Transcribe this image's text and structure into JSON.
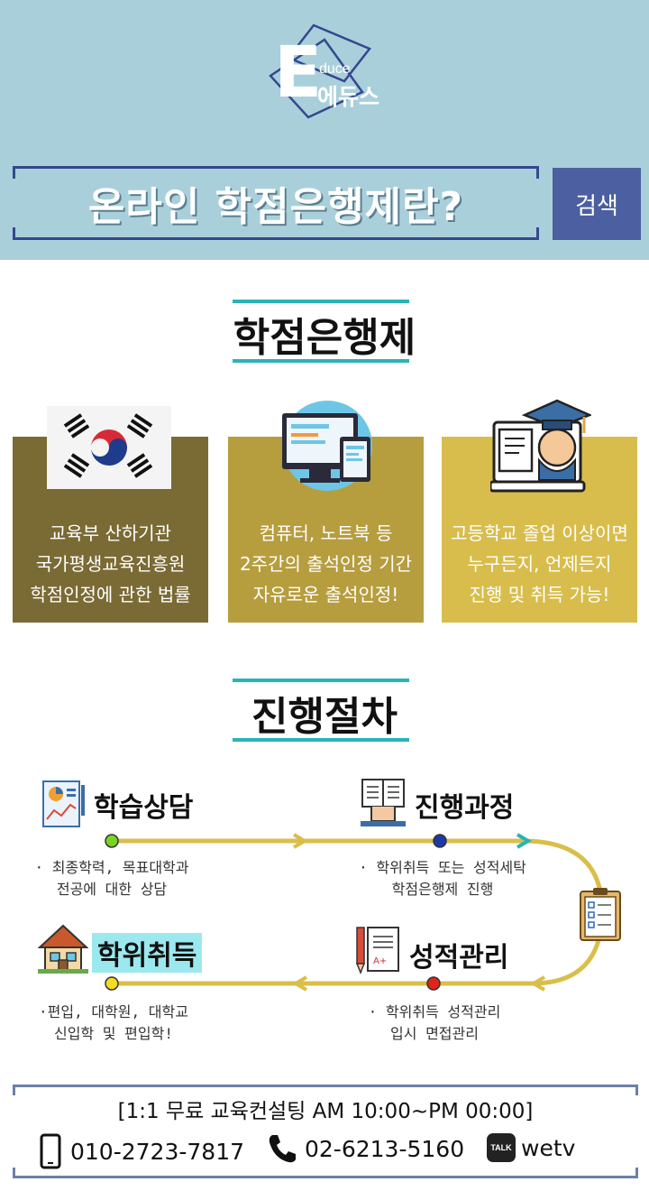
{
  "header": {
    "logo_letter": "E",
    "logo_en": "duce",
    "logo_ko": "에듀스",
    "search_text": "온라인 학점은행제란?",
    "search_button": "검색",
    "bg_color": "#a9d0da",
    "accent_color": "#35478f"
  },
  "section1": {
    "title": "학점은행제",
    "cards": [
      {
        "lines": [
          "교육부 산하기관",
          "국가평생교육진흥원",
          "학점인정에 관한 법률"
        ],
        "icon": "korea-flag-icon",
        "color": "#7a6a34"
      },
      {
        "lines": [
          "컴퓨터, 노트북 등",
          "2주간의 출석인정 기간",
          "자유로운 출석인정!"
        ],
        "icon": "computer-tablet-icon",
        "color": "#b69d3e"
      },
      {
        "lines": [
          "고등학교 졸업 이상이면",
          "누구든지, 언제든지",
          "진행 및 취득 가능!"
        ],
        "icon": "graduate-laptop-icon",
        "color": "#d8bd4c"
      }
    ]
  },
  "section2": {
    "title": "진행절차",
    "steps": [
      {
        "title": "학습상담",
        "desc": [
          "· 최종학력, 목표대학과",
          "전공에 대한 상담"
        ],
        "icon": "report-chart-icon",
        "dot_color": "#7bd321"
      },
      {
        "title": "진행과정",
        "desc": [
          "· 학위취득 또는 성적세탁",
          "학점은행제 진행"
        ],
        "icon": "reading-book-icon",
        "dot_color": "#1b3aa8"
      },
      {
        "title": "성적관리",
        "desc": [
          "· 학위취득 성적관리",
          "입시 면접관리"
        ],
        "icon": "grade-paper-icon",
        "dot_color": "#e0241c"
      },
      {
        "title": "학위취득",
        "desc": [
          "·편입, 대학원, 대학교",
          "신입학 및 편입학!"
        ],
        "icon": "house-icon",
        "dot_color": "#f2dd1f"
      }
    ],
    "path_color": "#d9bf4a"
  },
  "footer": {
    "consult": "[1:1 무료 교육컨설팅 AM 10:00~PM 00:00]",
    "mobile": "010-2723-7817",
    "phone": "02-6213-5160",
    "talk_badge": "TALK",
    "kakao": "wetv"
  }
}
